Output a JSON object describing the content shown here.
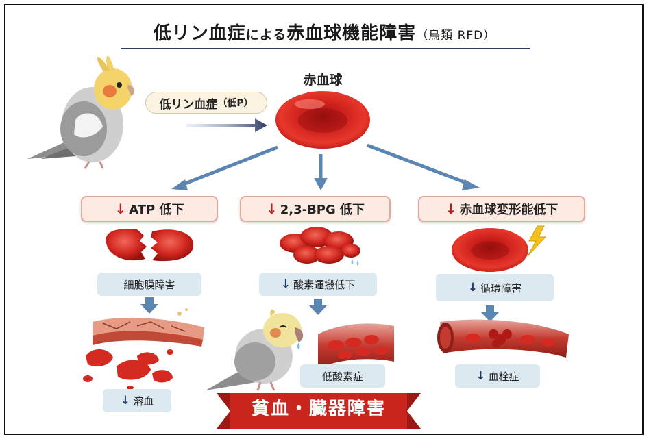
{
  "title": {
    "main_a": "低リン血症",
    "connector": "による",
    "main_b": "赤血球機能障害",
    "subtitle": "（鳥類 RFD）"
  },
  "cause_label": {
    "main": "低リン血症",
    "paren": "（低P）"
  },
  "rbc_label": "赤血球",
  "branches": [
    {
      "label": "ATP 低下",
      "effect": "細胞膜障害",
      "outcome": "溶血"
    },
    {
      "label": "2,3-BPG 低下",
      "effect": "酸素運搬低下",
      "outcome": "低酸素症"
    },
    {
      "label": "赤血球変形能低下",
      "effect": "循環障害",
      "outcome": "血栓症"
    }
  ],
  "banner": "貧血・臓器障害",
  "colors": {
    "rbc_red": "#d42a22",
    "arrow_blue": "#5b86b2",
    "banner_red": "#c9261f",
    "title_underline": "#2e3c66"
  },
  "icons": {
    "down_arrow": "↓"
  }
}
